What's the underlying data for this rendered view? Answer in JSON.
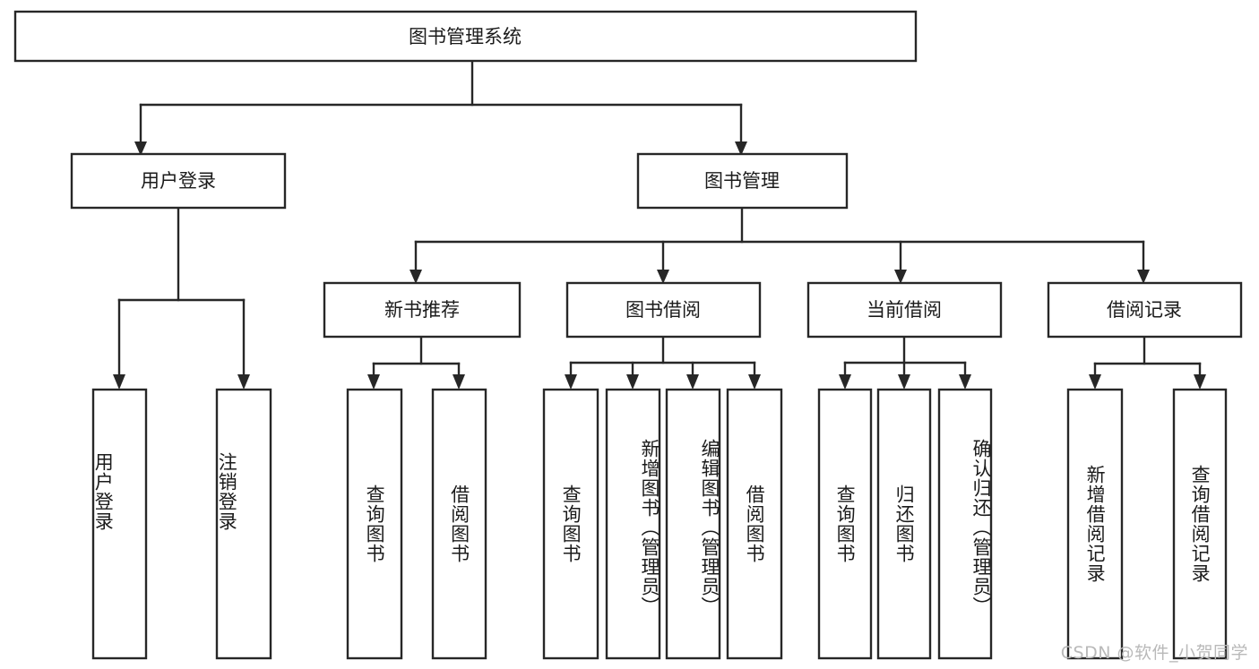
{
  "diagram": {
    "type": "tree",
    "orientation": "top-down",
    "title": "图书管理系统",
    "background_color": "#ffffff",
    "line_color": "#272727",
    "box_fill": "#ffffff",
    "text_color": "#1b1b1b",
    "root": {
      "label": "图书管理系统",
      "level": 0,
      "text_direction": "horizontal"
    },
    "level1": [
      {
        "label": "用户登录",
        "text_direction": "horizontal"
      },
      {
        "label": "图书管理",
        "text_direction": "horizontal"
      }
    ],
    "level2": [
      {
        "label": "新书推荐",
        "parent": "图书管理",
        "text_direction": "horizontal"
      },
      {
        "label": "图书借阅",
        "parent": "图书管理",
        "text_direction": "horizontal"
      },
      {
        "label": "当前借阅",
        "parent": "图书管理",
        "text_direction": "horizontal"
      },
      {
        "label": "借阅记录",
        "parent": "图书管理",
        "text_direction": "horizontal"
      }
    ],
    "leaves": [
      {
        "label": "用户登录",
        "parent": "用户登录",
        "text_direction": "vertical",
        "align": "bottom"
      },
      {
        "label": "注销登录",
        "parent": "用户登录",
        "text_direction": "vertical",
        "align": "bottom"
      },
      {
        "label": "查询图书",
        "parent": "新书推荐",
        "text_direction": "vertical",
        "align": "middle"
      },
      {
        "label": "借阅图书",
        "parent": "新书推荐",
        "text_direction": "vertical",
        "align": "middle"
      },
      {
        "label": "查询图书",
        "parent": "图书借阅",
        "text_direction": "vertical",
        "align": "middle"
      },
      {
        "label": "新增图书（管理员）",
        "parent": "图书借阅",
        "text_direction": "vertical",
        "align": "top"
      },
      {
        "label": "编辑图书（管理员）",
        "parent": "图书借阅",
        "text_direction": "vertical",
        "align": "top"
      },
      {
        "label": "借阅图书",
        "parent": "图书借阅",
        "text_direction": "vertical",
        "align": "middle"
      },
      {
        "label": "查询图书",
        "parent": "当前借阅",
        "text_direction": "vertical",
        "align": "middle"
      },
      {
        "label": "归还图书",
        "parent": "当前借阅",
        "text_direction": "vertical",
        "align": "middle"
      },
      {
        "label": "确认归还（管理员）",
        "parent": "当前借阅",
        "text_direction": "vertical",
        "align": "top"
      },
      {
        "label": "新增借阅记录",
        "parent": "借阅记录",
        "text_direction": "vertical",
        "align": "middle"
      },
      {
        "label": "查询借阅记录",
        "parent": "借阅记录",
        "text_direction": "vertical",
        "align": "middle"
      }
    ],
    "watermark": "CSDN @软件_小贺同学"
  }
}
